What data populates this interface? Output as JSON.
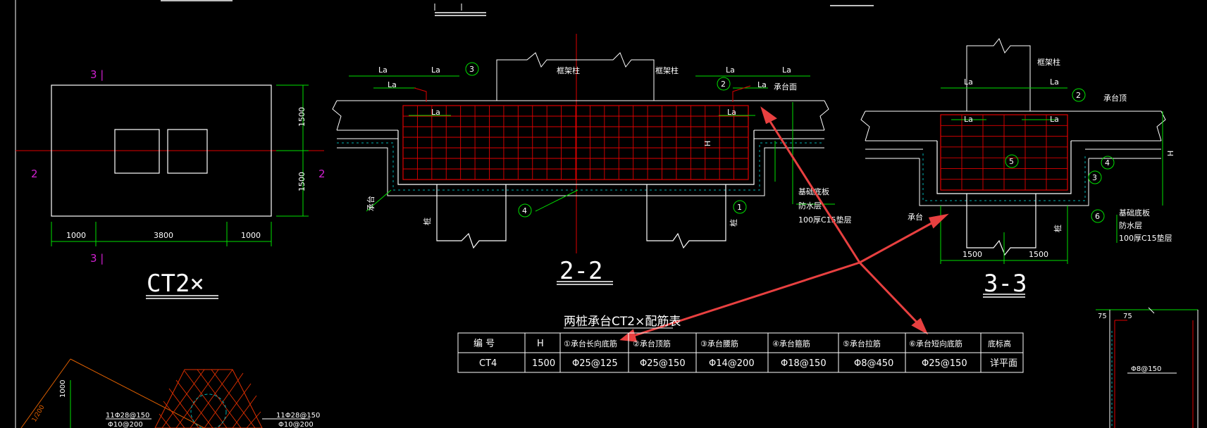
{
  "plan": {
    "title": "CT2×",
    "sec_top": "3 |",
    "sec_bottom": "3 |",
    "sec_left": "2",
    "sec_right": "2",
    "dim_bottom": [
      "1000",
      "3800",
      "1000"
    ],
    "dim_right": [
      "1500",
      "1500"
    ]
  },
  "section22": {
    "title": "2-2",
    "la": "La",
    "col1": "框架柱",
    "col2": "框架柱",
    "beam_label": "承台面",
    "h": "H",
    "cap": "承台",
    "pile": "桩",
    "layers": [
      "基础底板",
      "防水层",
      "100厚C15垫层"
    ],
    "circles": [
      "1",
      "2",
      "3",
      "4"
    ]
  },
  "section33": {
    "title": "3-3",
    "la": "La",
    "col": "框架柱",
    "beam_label": "承台顶",
    "h": "H",
    "cap": "承台",
    "pile": "桩",
    "layers": [
      "基础底板",
      "防水层",
      "100厚C15垫层"
    ],
    "circles": [
      "2",
      "3",
      "4",
      "5",
      "6"
    ],
    "dims": [
      "1500",
      "1500"
    ]
  },
  "table": {
    "title": "两桩承台CT2×配筋表",
    "headers": [
      "编 号",
      "H",
      "①承台长向底筋",
      "②承台顶筋",
      "③承台腰筋",
      "④承台箍筋",
      "⑤承台拉筋",
      "⑥承台短向底筋",
      "底标高"
    ],
    "row": [
      "CT4",
      "1500",
      "Φ25@125",
      "Φ25@150",
      "Φ14@200",
      "Φ18@150",
      "Φ8@450",
      "Φ25@150",
      "详平面"
    ]
  },
  "bottom_left": {
    "dim": "1000",
    "notes_left": [
      "11Φ28@150",
      "Φ10@200"
    ],
    "notes_right": [
      "11Φ28@150",
      "Φ10@200"
    ],
    "slope": "1/200"
  },
  "bottom_right": {
    "dims": [
      "75",
      "75"
    ],
    "note": "Φ8@150"
  }
}
